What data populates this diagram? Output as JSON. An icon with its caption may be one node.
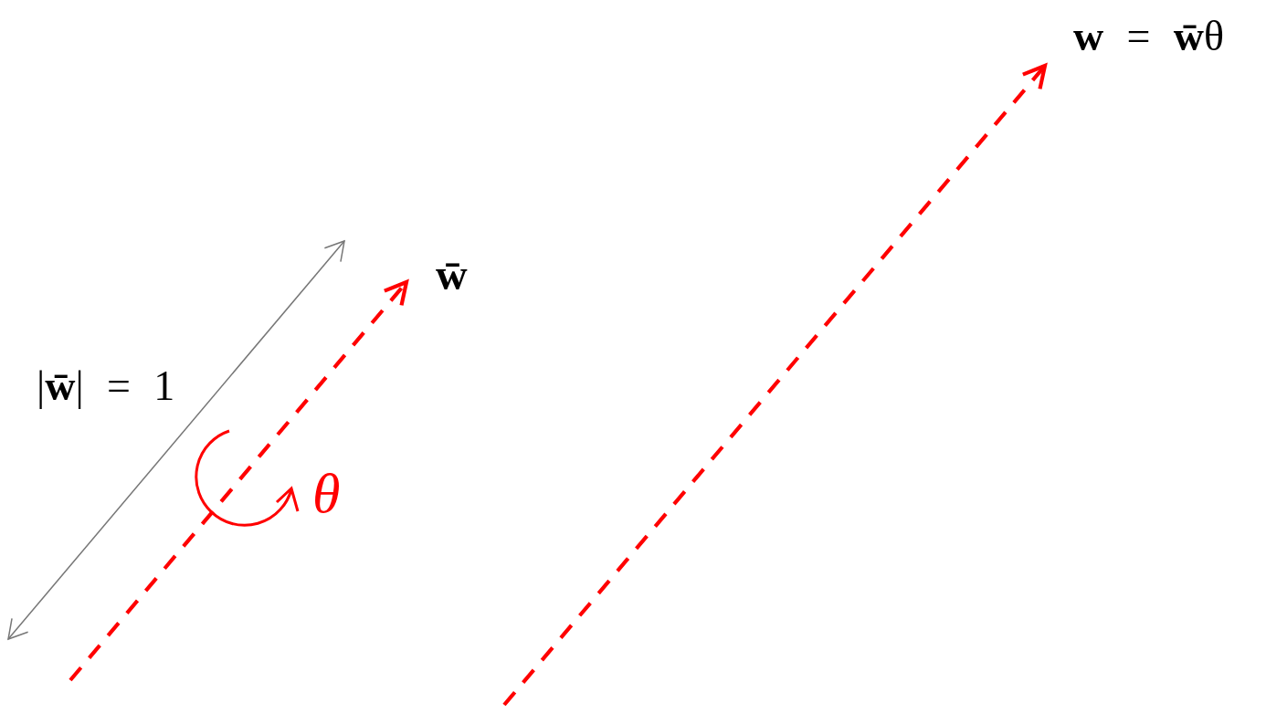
{
  "diagram": {
    "labels": [
      "**w** = **w̄**θ",
      "w̄",
      "|**w̄**| = 1",
      "θ"
    ]
  }
}
